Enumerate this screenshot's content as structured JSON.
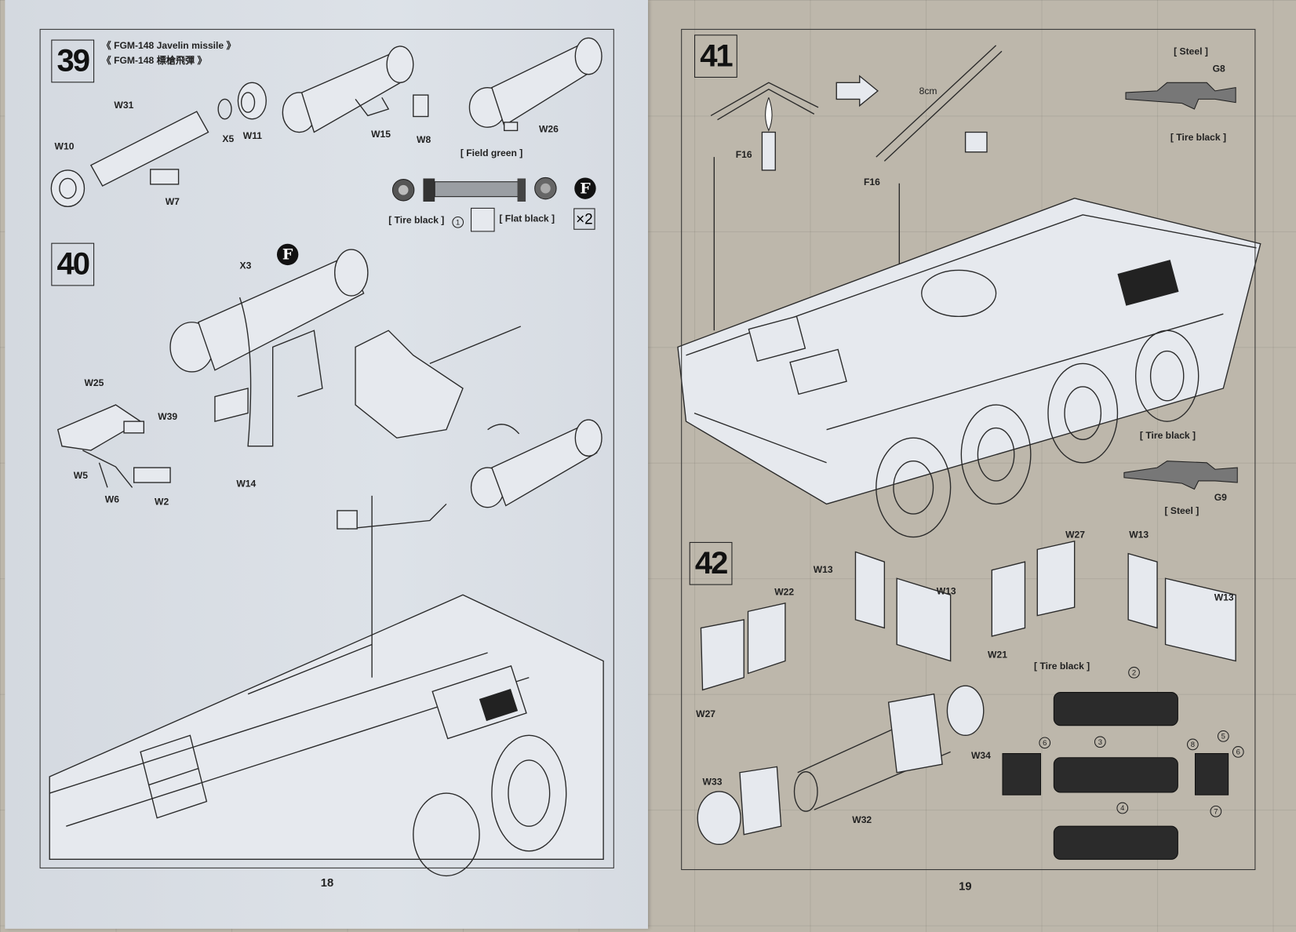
{
  "left_page": {
    "page_number": "18",
    "step39": {
      "number": "39",
      "title_en": "《 FGM-148 Javelin missile 》",
      "title_zh": "《 FGM-148 標槍飛彈 》",
      "parts": [
        "W31",
        "W10",
        "W7",
        "X5",
        "W11",
        "W15",
        "W8",
        "W26"
      ],
      "paint": {
        "field_green": "[ Field green ]",
        "tire_black": "[ Tire black ]",
        "flat_black": "[ Flat black ]"
      },
      "decal_ref": "1",
      "badge": "F",
      "multiplier": "×2"
    },
    "step40": {
      "number": "40",
      "badge": "F",
      "parts": [
        "X3",
        "W25",
        "W39",
        "W5",
        "W6",
        "W2",
        "W14"
      ]
    }
  },
  "right_page": {
    "page_number": "19",
    "step41": {
      "number": "41",
      "parts": [
        "F16",
        "F16"
      ],
      "measure": "8cm",
      "rifle_top": {
        "part": "G8",
        "steel": "[ Steel ]",
        "tire_black": "[ Tire black ]"
      },
      "rifle_bottom": {
        "part": "G9",
        "steel": "[ Steel ]",
        "tire_black": "[ Tire black ]"
      }
    },
    "step42": {
      "number": "42",
      "parts": [
        "W13",
        "W13",
        "W27",
        "W13",
        "W13",
        "W22",
        "W21",
        "W27",
        "W34",
        "W33",
        "W32"
      ],
      "tire_black": "[ Tire black ]",
      "decals": [
        "2",
        "6",
        "3",
        "8",
        "5",
        "6",
        "7",
        "4"
      ]
    }
  },
  "colors": {
    "paper": "#dde2e8",
    "ink": "#222222",
    "floor": "#bdb7ab"
  }
}
